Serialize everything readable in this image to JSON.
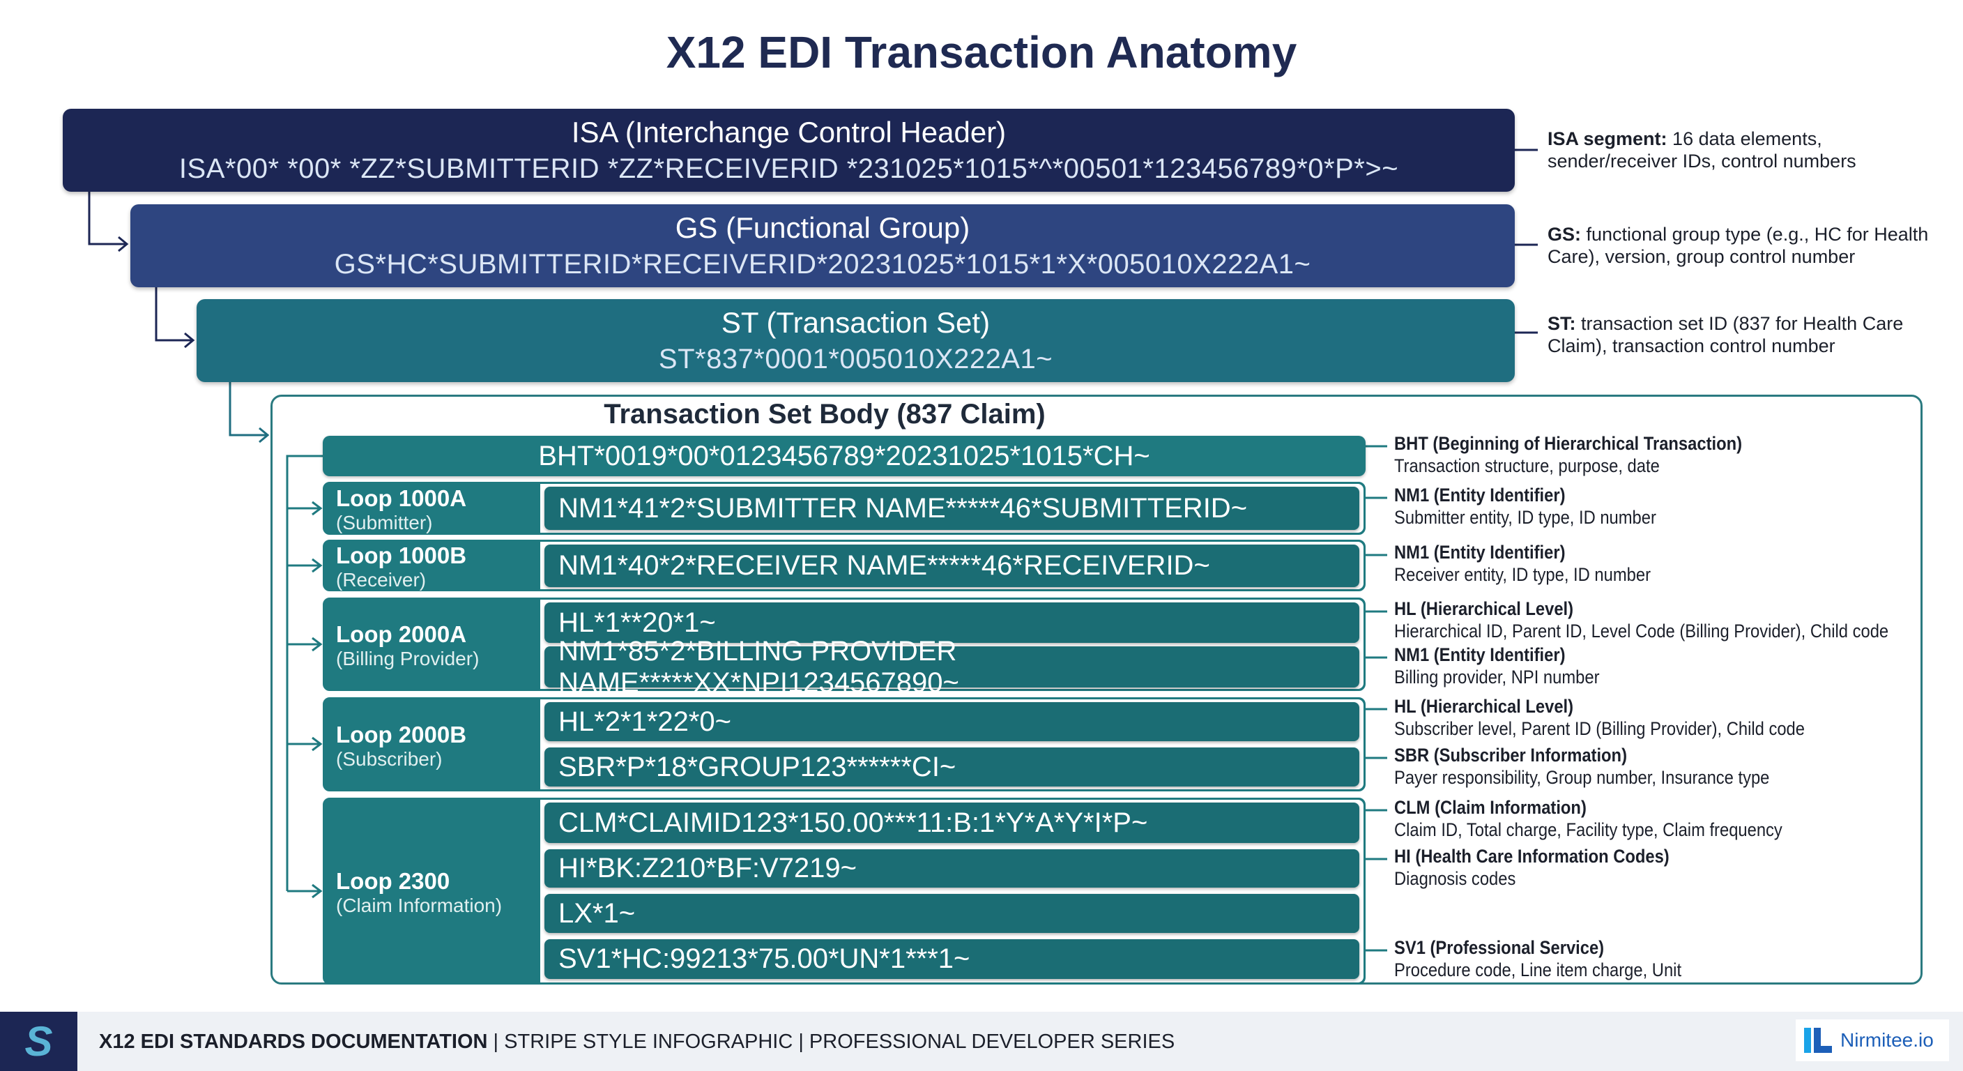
{
  "title": "X12 EDI Transaction Anatomy",
  "envelope": [
    {
      "name": "ISA (Interchange Control Header)",
      "code": "ISA*00* *00* *ZZ*SUBMITTERID *ZZ*RECEIVERID *231025*1015*^*00501*123456789*0*P*>~",
      "note_bold": "ISA segment:",
      "note": " 16 data elements, sender/receiver IDs, control numbers",
      "color": "#1c2654"
    },
    {
      "name": "GS (Functional Group)",
      "code": "GS*HC*SUBMITTERID*RECEIVERID*20231025*1015*1*X*005010X222A1~",
      "note_bold": "GS:",
      "note": " functional group type (e.g., HC for Health Care), version, group control number",
      "color": "#2e4580"
    },
    {
      "name": "ST (Transaction Set)",
      "code": "ST*837*0001*005010X222A1~",
      "note_bold": "ST:",
      "note": " transaction set ID (837 for Health Care Claim), transaction control number",
      "color": "#1f6e80"
    }
  ],
  "body": {
    "title": "Transaction Set Body (837 Claim)",
    "bht": "BHT*0019*00*0123456789*20231025*1015*CH~",
    "loops": [
      {
        "name": "Loop 1000A",
        "sub": "(Submitter)",
        "segments": [
          "NM1*41*2*SUBMITTER NAME*****46*SUBMITTERID~"
        ]
      },
      {
        "name": "Loop 1000B",
        "sub": "(Receiver)",
        "segments": [
          "NM1*40*2*RECEIVER NAME*****46*RECEIVERID~"
        ]
      },
      {
        "name": "Loop 2000A",
        "sub": "(Billing Provider)",
        "segments": [
          "HL*1**20*1~",
          "NM1*85*2*BILLING PROVIDER NAME*****XX*NPI1234567890~"
        ]
      },
      {
        "name": "Loop 2000B",
        "sub": "(Subscriber)",
        "segments": [
          "HL*2*1*22*0~",
          "SBR*P*18*GROUP123******CI~"
        ]
      },
      {
        "name": "Loop 2300",
        "sub": "(Claim Information)",
        "segments": [
          "CLM*CLAIMID123*150.00***11:B:1*Y*A*Y*I*P~",
          "HI*BK:Z210*BF:V7219~",
          "LX*1~",
          "SV1*HC:99213*75.00*UN*1***1~"
        ]
      }
    ],
    "notes": [
      {
        "title": "BHT (Beginning of Hierarchical Transaction)",
        "desc": "Transaction structure, purpose, date"
      },
      {
        "title": "NM1 (Entity Identifier)",
        "desc": "Submitter entity, ID type, ID number"
      },
      {
        "title": "NM1 (Entity Identifier)",
        "desc": "Receiver entity, ID type, ID number"
      },
      {
        "title": "HL (Hierarchical Level)",
        "desc": "Hierarchical ID, Parent ID, Level Code (Billing Provider), Child code"
      },
      {
        "title": "NM1 (Entity Identifier)",
        "desc": "Billing provider, NPI number"
      },
      {
        "title": "HL (Hierarchical Level)",
        "desc": "Subscriber level, Parent ID (Billing Provider), Child code"
      },
      {
        "title": "SBR (Subscriber Information)",
        "desc": "Payer responsibility, Group number, Insurance type"
      },
      {
        "title": "CLM (Claim Information)",
        "desc": "Claim ID, Total charge, Facility type, Claim frequency"
      },
      {
        "title": "HI (Health Care Information Codes)",
        "desc": "Diagnosis codes"
      },
      {
        "title": "SV1 (Professional Service)",
        "desc": "Procedure code, Line item charge, Unit"
      }
    ]
  },
  "footer": {
    "logo_icon": "stripe-s-logo",
    "text_bold": "X12 EDI STANDARDS DOCUMENTATION",
    "text": " | STRIPE STYLE INFOGRAPHIC | PROFESSIONAL DEVELOPER SERIES",
    "brand": "Nirmitee.io"
  }
}
